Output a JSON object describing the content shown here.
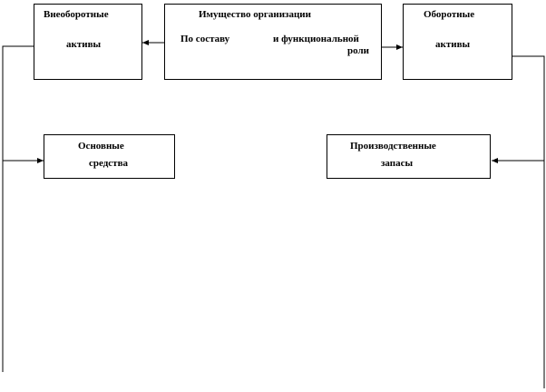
{
  "diagram": {
    "top": {
      "title": "Имущество организации",
      "subtitle_part1": "По составу",
      "subtitle_part2": "и функциональной",
      "subtitle_part3": "роли"
    },
    "left": {
      "line1": "Внеоборотные",
      "line2": "активы"
    },
    "right": {
      "line1": "Оборотные",
      "line2": "активы"
    },
    "fixed_assets": {
      "line1": "Основные",
      "line2": "средства"
    },
    "inventory": {
      "line1": "Производственные",
      "line2": "запасы"
    }
  }
}
